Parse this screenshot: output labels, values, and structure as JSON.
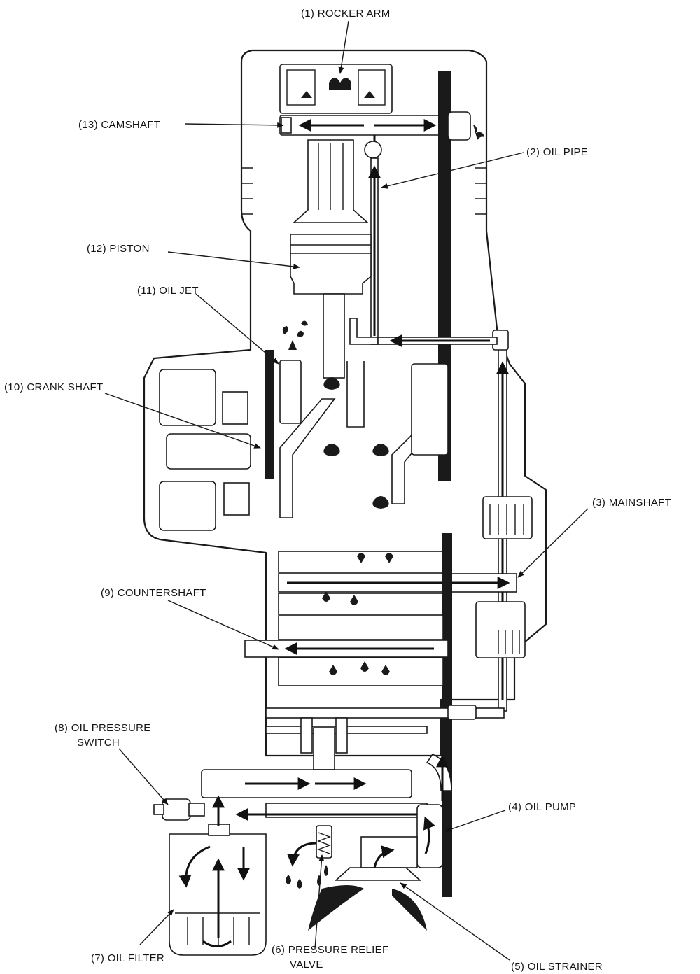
{
  "labels": {
    "rocker_arm": "(1) ROCKER ARM",
    "oil_pipe": "(2) OIL PIPE",
    "mainshaft": "(3) MAINSHAFT",
    "oil_pump": "(4) OIL PUMP",
    "oil_strainer": "(5) OIL STRAINER",
    "pressure_relief_line1": "(6) PRESSURE RELIEF",
    "pressure_relief_line2": "VALVE",
    "oil_filter": "(7) OIL FILTER",
    "oil_pressure_switch_line1": "(8) OIL PRESSURE",
    "oil_pressure_switch_line2": "SWITCH",
    "countershaft": "(9) COUNTERSHAFT",
    "crank_shaft": "(10) CRANK SHAFT",
    "oil_jet": "(11) OIL JET",
    "piston": "(12) PISTON",
    "camshaft": "(13) CAMSHAFT"
  },
  "colors": {
    "ink": "#1a1a1a",
    "paper": "#ffffff"
  }
}
